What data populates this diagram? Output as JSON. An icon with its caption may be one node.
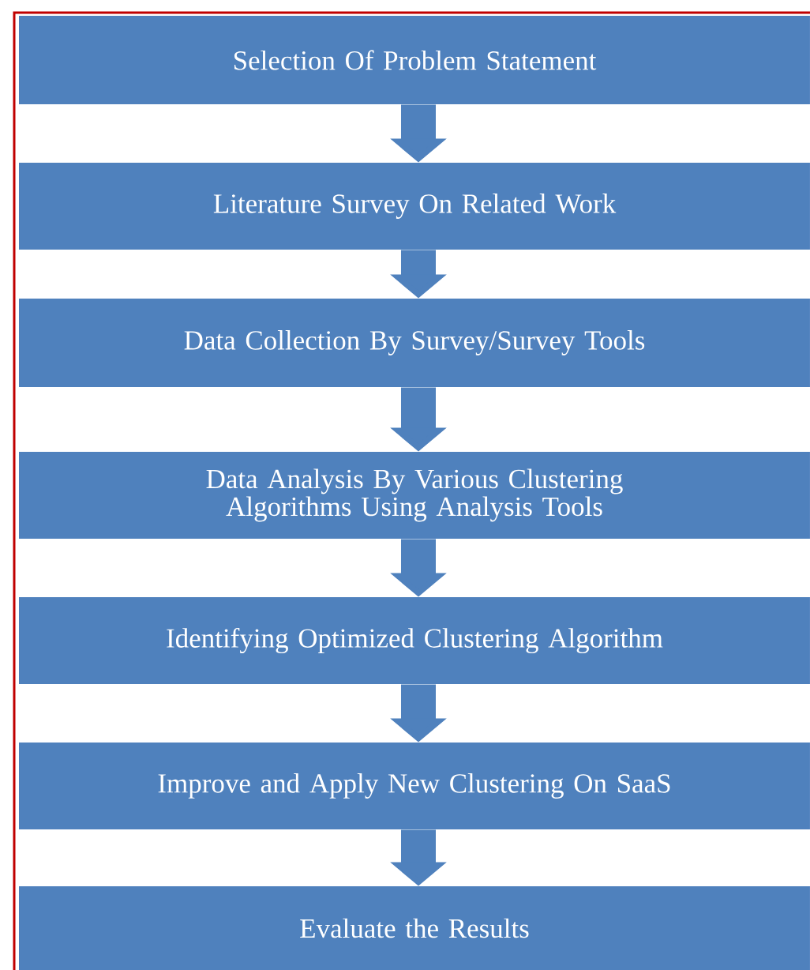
{
  "diagram": {
    "nodes": [
      {
        "text": [
          "Selection Of Problem Statement"
        ]
      },
      {
        "text": [
          "Literature Survey On Related Work"
        ]
      },
      {
        "text": [
          "Data Collection By Survey/Survey Tools"
        ]
      },
      {
        "text": [
          "Data Analysis By Various Clustering Algorithms Using Analysis Tools"
        ]
      },
      {
        "text": [
          "Identifying Optimized Clustering Algorithm"
        ]
      },
      {
        "text": [
          "Improve and Apply New Clustering On SaaS"
        ]
      },
      {
        "text": [
          "Evaluate the Results"
        ]
      }
    ],
    "edges": [
      {
        "from": 0,
        "to": 1,
        "arrow": "to"
      },
      {
        "from": 1,
        "to": 2,
        "arrow": "to"
      },
      {
        "from": 2,
        "to": 3,
        "arrow": "to"
      },
      {
        "from": 3,
        "to": 4,
        "arrow": "to"
      },
      {
        "from": 4,
        "to": 5,
        "arrow": "to"
      },
      {
        "from": 5,
        "to": 6,
        "arrow": "to"
      }
    ]
  }
}
